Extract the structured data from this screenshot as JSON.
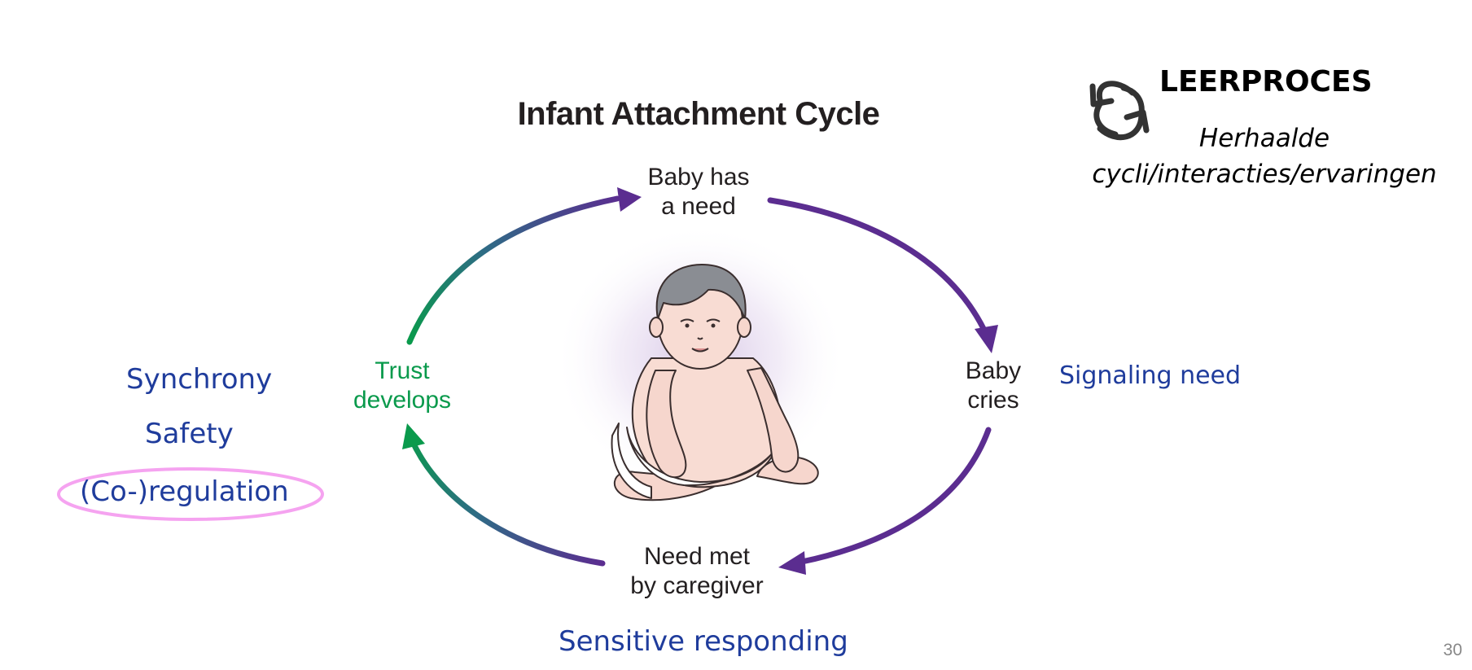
{
  "slide": {
    "title": "Infant Attachment Cycle",
    "page_number": "30"
  },
  "cycle": {
    "nodes": [
      {
        "id": "need",
        "lines": [
          "Baby has",
          "a need"
        ]
      },
      {
        "id": "cries",
        "lines": [
          "Baby",
          "cries"
        ]
      },
      {
        "id": "met",
        "lines": [
          "Need met",
          "by caregiver"
        ]
      },
      {
        "id": "trust",
        "lines": [
          "Trust",
          "develops"
        ]
      }
    ],
    "annotations": {
      "signaling": "Signaling need",
      "responding": "Sensitive responding"
    }
  },
  "side_terms": {
    "synchrony": "Synchrony",
    "safety": "Safety",
    "coregulation": "(Co-)regulation"
  },
  "learning": {
    "title": "LEERPROCES",
    "subtitle_lines": [
      "Herhaalde",
      "cycli/interacties/ervaringen"
    ]
  },
  "icons": {
    "refresh": "refresh-icon",
    "baby": "baby-illustration"
  },
  "colors": {
    "arrow_purple": "#5b2d90",
    "arrow_green": "#0a9a4c",
    "annotation_blue": "#1f3c9c",
    "highlight_pink": "#f5a3f0",
    "title_dark": "#231f20"
  }
}
